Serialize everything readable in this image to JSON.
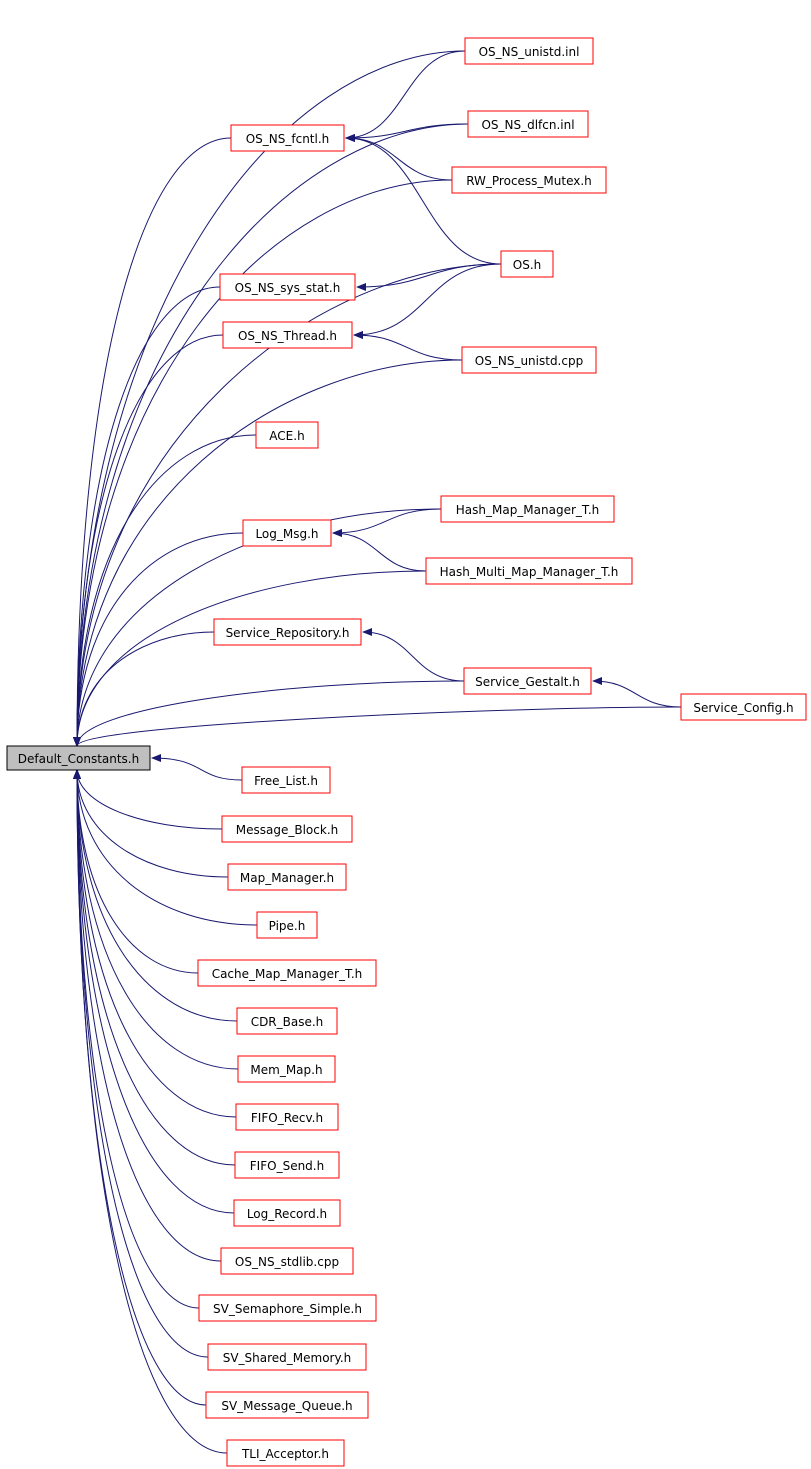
{
  "nodes": [
    {
      "id": "default_constants",
      "label": "Default_Constants.h",
      "root": true
    },
    {
      "id": "os_ns_unistd_inl",
      "label": "OS_NS_unistd.inl"
    },
    {
      "id": "os_ns_dlfcn_inl",
      "label": "OS_NS_dlfcn.inl"
    },
    {
      "id": "os_ns_fcntl",
      "label": "OS_NS_fcntl.h"
    },
    {
      "id": "rw_process_mutex",
      "label": "RW_Process_Mutex.h"
    },
    {
      "id": "os_h",
      "label": "OS.h"
    },
    {
      "id": "os_ns_sys_stat",
      "label": "OS_NS_sys_stat.h"
    },
    {
      "id": "os_ns_thread",
      "label": "OS_NS_Thread.h"
    },
    {
      "id": "os_ns_unistd_cpp",
      "label": "OS_NS_unistd.cpp"
    },
    {
      "id": "ace_h",
      "label": "ACE.h"
    },
    {
      "id": "hash_map_manager",
      "label": "Hash_Map_Manager_T.h"
    },
    {
      "id": "log_msg",
      "label": "Log_Msg.h"
    },
    {
      "id": "hash_multi_map_manager",
      "label": "Hash_Multi_Map_Manager_T.h"
    },
    {
      "id": "service_repository",
      "label": "Service_Repository.h"
    },
    {
      "id": "service_gestalt",
      "label": "Service_Gestalt.h"
    },
    {
      "id": "service_config",
      "label": "Service_Config.h"
    },
    {
      "id": "free_list",
      "label": "Free_List.h"
    },
    {
      "id": "message_block",
      "label": "Message_Block.h"
    },
    {
      "id": "map_manager",
      "label": "Map_Manager.h"
    },
    {
      "id": "pipe_h",
      "label": "Pipe.h"
    },
    {
      "id": "cache_map_manager",
      "label": "Cache_Map_Manager_T.h"
    },
    {
      "id": "cdr_base",
      "label": "CDR_Base.h"
    },
    {
      "id": "mem_map",
      "label": "Mem_Map.h"
    },
    {
      "id": "fifo_recv",
      "label": "FIFO_Recv.h"
    },
    {
      "id": "fifo_send",
      "label": "FIFO_Send.h"
    },
    {
      "id": "log_record",
      "label": "Log_Record.h"
    },
    {
      "id": "os_ns_stdlib_cpp",
      "label": "OS_NS_stdlib.cpp"
    },
    {
      "id": "sv_semaphore_simple",
      "label": "SV_Semaphore_Simple.h"
    },
    {
      "id": "sv_shared_memory",
      "label": "SV_Shared_Memory.h"
    },
    {
      "id": "sv_message_queue",
      "label": "SV_Message_Queue.h"
    },
    {
      "id": "tli_acceptor",
      "label": "TLI_Acceptor.h"
    }
  ],
  "edges": [
    {
      "from": "os_ns_unistd_inl",
      "to": "default_constants"
    },
    {
      "from": "os_ns_dlfcn_inl",
      "to": "default_constants"
    },
    {
      "from": "os_ns_fcntl",
      "to": "default_constants"
    },
    {
      "from": "rw_process_mutex",
      "to": "default_constants"
    },
    {
      "from": "os_h",
      "to": "default_constants"
    },
    {
      "from": "os_ns_sys_stat",
      "to": "default_constants"
    },
    {
      "from": "os_ns_thread",
      "to": "default_constants"
    },
    {
      "from": "os_ns_unistd_cpp",
      "to": "default_constants"
    },
    {
      "from": "ace_h",
      "to": "default_constants"
    },
    {
      "from": "hash_map_manager",
      "to": "default_constants"
    },
    {
      "from": "log_msg",
      "to": "default_constants"
    },
    {
      "from": "hash_multi_map_manager",
      "to": "default_constants"
    },
    {
      "from": "service_repository",
      "to": "default_constants"
    },
    {
      "from": "service_gestalt",
      "to": "default_constants"
    },
    {
      "from": "service_config",
      "to": "default_constants"
    },
    {
      "from": "free_list",
      "to": "default_constants"
    },
    {
      "from": "message_block",
      "to": "default_constants"
    },
    {
      "from": "map_manager",
      "to": "default_constants"
    },
    {
      "from": "pipe_h",
      "to": "default_constants"
    },
    {
      "from": "cache_map_manager",
      "to": "default_constants"
    },
    {
      "from": "cdr_base",
      "to": "default_constants"
    },
    {
      "from": "mem_map",
      "to": "default_constants"
    },
    {
      "from": "fifo_recv",
      "to": "default_constants"
    },
    {
      "from": "fifo_send",
      "to": "default_constants"
    },
    {
      "from": "log_record",
      "to": "default_constants"
    },
    {
      "from": "os_ns_stdlib_cpp",
      "to": "default_constants"
    },
    {
      "from": "sv_semaphore_simple",
      "to": "default_constants"
    },
    {
      "from": "sv_shared_memory",
      "to": "default_constants"
    },
    {
      "from": "sv_message_queue",
      "to": "default_constants"
    },
    {
      "from": "tli_acceptor",
      "to": "default_constants"
    },
    {
      "from": "os_ns_unistd_inl",
      "to": "os_ns_fcntl"
    },
    {
      "from": "os_ns_dlfcn_inl",
      "to": "os_ns_fcntl"
    },
    {
      "from": "rw_process_mutex",
      "to": "os_ns_fcntl"
    },
    {
      "from": "os_h",
      "to": "os_ns_fcntl"
    },
    {
      "from": "os_h",
      "to": "os_ns_sys_stat"
    },
    {
      "from": "os_h",
      "to": "os_ns_thread"
    },
    {
      "from": "os_ns_unistd_cpp",
      "to": "os_ns_thread"
    },
    {
      "from": "hash_map_manager",
      "to": "log_msg"
    },
    {
      "from": "hash_multi_map_manager",
      "to": "log_msg"
    },
    {
      "from": "service_gestalt",
      "to": "service_repository"
    },
    {
      "from": "service_config",
      "to": "service_gestalt"
    }
  ],
  "colors": {
    "edge": "#191970",
    "node_border": "#ff0000",
    "root_fill": "#bfbfbf",
    "root_border": "#000000"
  }
}
